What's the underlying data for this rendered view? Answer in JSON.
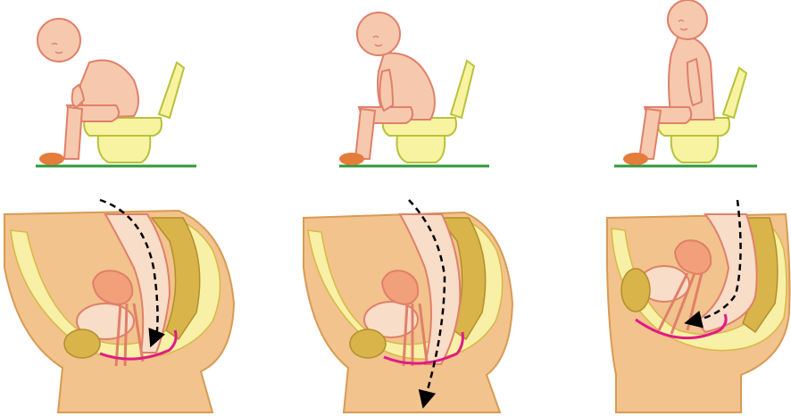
{
  "colors": {
    "skin": "#f6c9ae",
    "skin_outline": "#e0806a",
    "toilet": "#f7f3a1",
    "toilet_outline": "#b8c23a",
    "floor": "#2f9a3a",
    "slipper": "#e47c3c",
    "body_tan": "#f2c38c",
    "body_outline": "#d79b55",
    "pelvis": "#f7f0a6",
    "spine": "#d8b44a",
    "organ": "#f2a07a",
    "organ_light": "#f8ddc8",
    "rectum_line": "#e11b84",
    "arrow": "#000000"
  },
  "panels": [
    {
      "posture": "leaning-forward",
      "flow": "straight-down-with-hook"
    },
    {
      "posture": "slightly-leaning",
      "flow": "straight-through"
    },
    {
      "posture": "upright",
      "flow": "bent"
    }
  ]
}
